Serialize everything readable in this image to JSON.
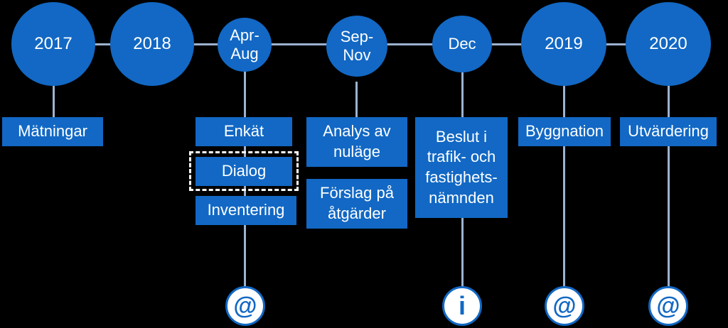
{
  "colors": {
    "background": "#000000",
    "node_fill": "#1268c4",
    "connector": "#9db3cf",
    "badge_fill": "#ffffff"
  },
  "timeline": [
    {
      "period": "2017",
      "items": [
        "Mätningar"
      ],
      "badge": null
    },
    {
      "period": "2018",
      "items": [],
      "badge": null
    },
    {
      "period": "Apr-\nAug",
      "items": [
        "Enkät",
        "Dialog",
        "Inventering"
      ],
      "highlighted_item": "Dialog",
      "badge": "@"
    },
    {
      "period": "Sep-\nNov",
      "items": [
        "Analys av\nnuläge",
        "Förslag på\nåtgärder"
      ],
      "badge": null
    },
    {
      "period": "Dec",
      "items": [
        "Beslut i\ntrafik- och\nfastighets-\nnämnden"
      ],
      "badge": "i"
    },
    {
      "period": "2019",
      "items": [
        "Byggnation"
      ],
      "badge": "@"
    },
    {
      "period": "2020",
      "items": [
        "Utvärdering"
      ],
      "badge": "@"
    }
  ],
  "badge_icons": {
    "at": "at-sign-icon",
    "info": "info-icon"
  }
}
